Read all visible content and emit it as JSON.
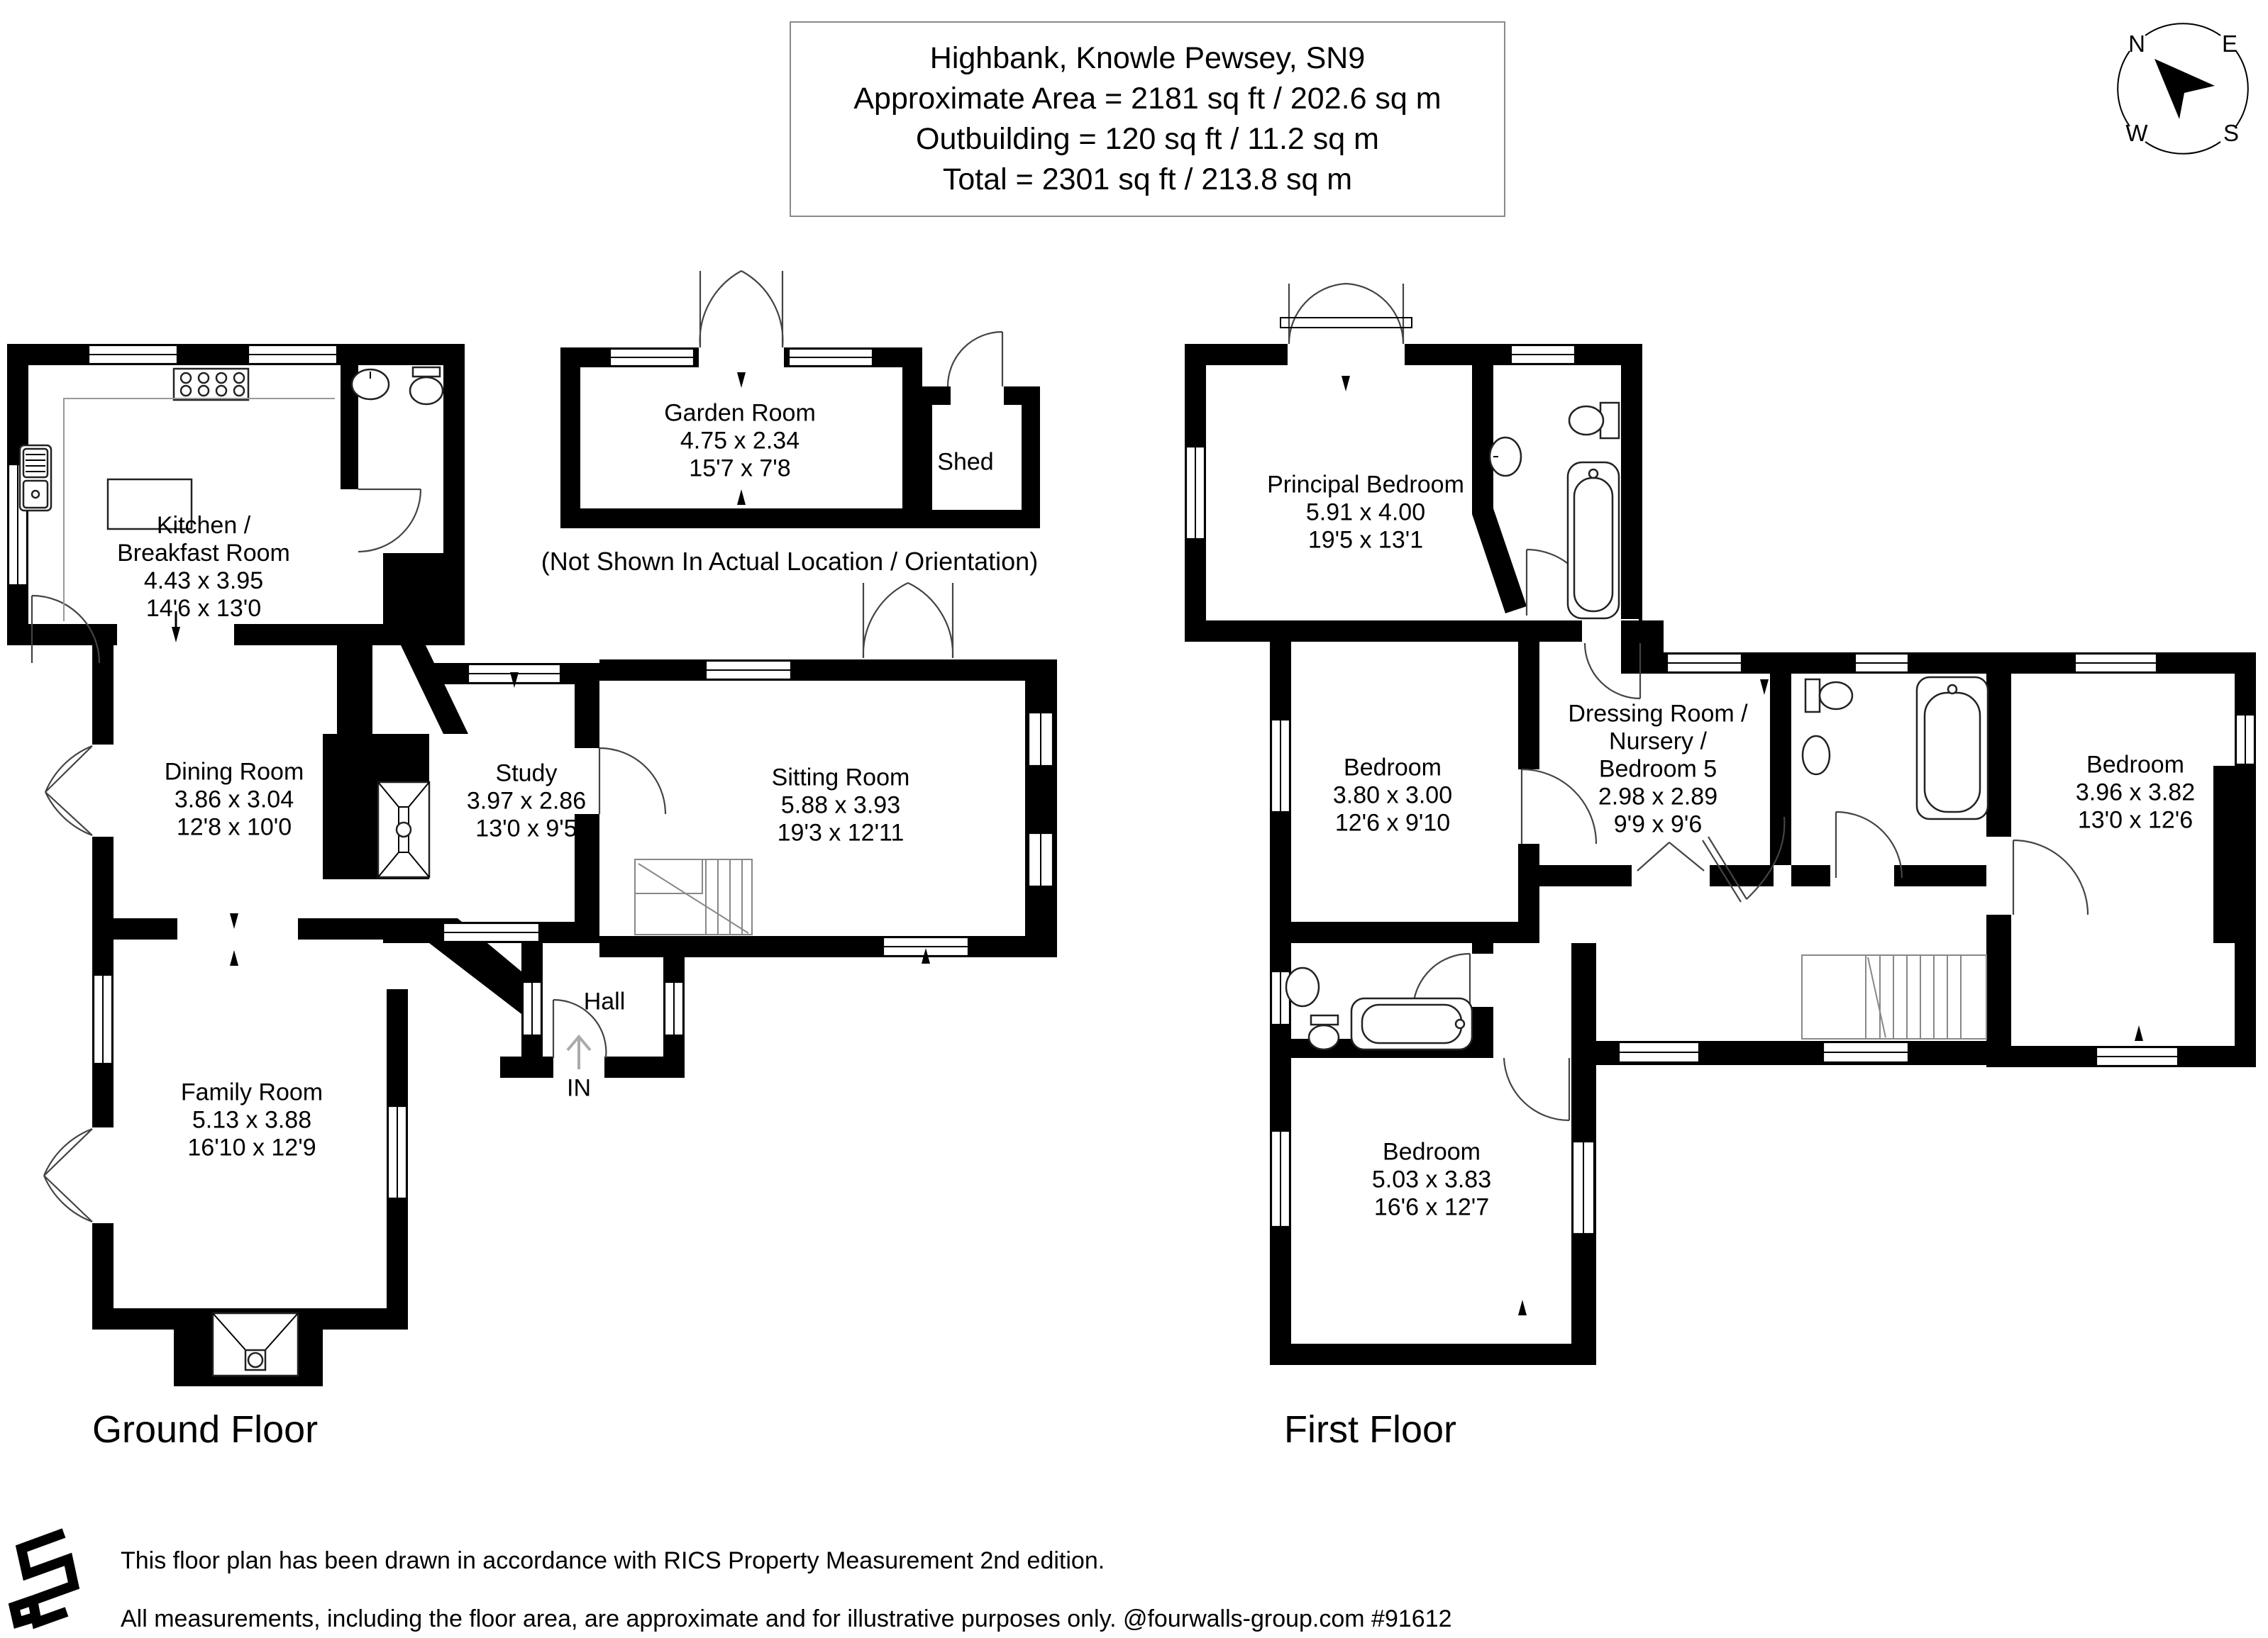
{
  "title": {
    "line1": "Highbank, Knowle Pewsey, SN9",
    "line2": "Approximate Area = 2181 sq ft / 202.6 sq m",
    "line3": "Outbuilding = 120 sq ft / 11.2 sq m",
    "line4": "Total = 2301 sq ft / 213.8 sq m"
  },
  "compass": {
    "n": "N",
    "e": "E",
    "s": "S",
    "w": "W"
  },
  "floors": {
    "ground": {
      "label": "Ground Floor"
    },
    "first": {
      "label": "First Floor"
    }
  },
  "ground": {
    "kitchen": {
      "name_line1": "Kitchen /",
      "name_line2": "Breakfast Room",
      "metric": "4.43 x 3.95",
      "imperial": "14'6 x 13'0"
    },
    "dining": {
      "name": "Dining Room",
      "metric": "3.86 x 3.04",
      "imperial": "12'8 x 10'0"
    },
    "study": {
      "name": "Study",
      "metric": "3.97 x 2.86",
      "imperial": "13'0 x 9'5"
    },
    "sitting": {
      "name": "Sitting Room",
      "metric": "5.88 x 3.93",
      "imperial": "19'3 x 12'11"
    },
    "family": {
      "name": "Family Room",
      "metric": "5.13 x 3.88",
      "imperial": "16'10 x 12'9"
    },
    "hall": {
      "name": "Hall"
    },
    "entry": {
      "label": "IN"
    }
  },
  "outbuilding": {
    "garden_room": {
      "name": "Garden Room",
      "metric": "4.75 x 2.34",
      "imperial": "15'7 x 7'8"
    },
    "shed": {
      "name": "Shed"
    },
    "note": "(Not Shown In Actual Location / Orientation)"
  },
  "first": {
    "principal": {
      "name": "Principal Bedroom",
      "metric": "5.91 x 4.00",
      "imperial": "19'5 x 13'1"
    },
    "bedroom2": {
      "name": "Bedroom",
      "metric": "3.80 x 3.00",
      "imperial": "12'6 x 9'10"
    },
    "dressing": {
      "name_line1": "Dressing Room /",
      "name_line2": "Nursery /",
      "name_line3": "Bedroom 5",
      "metric": "2.98 x 2.89",
      "imperial": "9'9 x 9'6"
    },
    "bedroom3": {
      "name": "Bedroom",
      "metric": "3.96 x 3.82",
      "imperial": "13'0 x 12'6"
    },
    "bedroom4": {
      "name": "Bedroom",
      "metric": "5.03 x 3.83",
      "imperial": "16'6 x 12'7"
    }
  },
  "footer": {
    "line1": "This floor plan has been drawn in accordance with RICS Property Measurement 2nd edition.",
    "line2": "All measurements, including the floor area, are approximate and for illustrative purposes only. @fourwalls-group.com #91612"
  }
}
